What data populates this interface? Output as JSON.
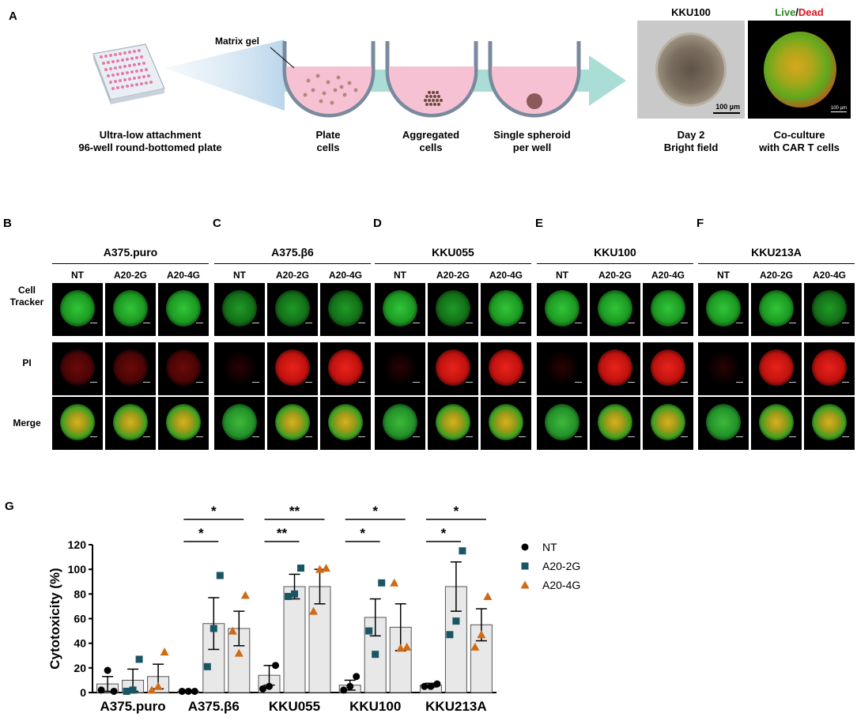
{
  "panels": {
    "A": "A",
    "B": "B",
    "C": "C",
    "D": "D",
    "E": "E",
    "F": "F",
    "G": "G"
  },
  "schematic": {
    "matrix_gel": "Matrix gel",
    "plate_caption": [
      "Ultra-low attachment",
      "96-well round-bottomed plate"
    ],
    "step1": [
      "Plate",
      "cells"
    ],
    "step2": [
      "Aggregated",
      "cells"
    ],
    "step3": [
      "Single spheroid",
      "per well"
    ],
    "brightfield_title": "KKU100",
    "brightfield_scale": "100 µm",
    "brightfield_caption": [
      "Day 2",
      "Bright field"
    ],
    "livedead_live": "Live",
    "livedead_slash": "/",
    "livedead_dead": "Dead",
    "livedead_scale": "100 µm",
    "livedead_caption": [
      "Co-culture",
      "with CAR T cells"
    ],
    "colors": {
      "plate_pink": "#e97aa8",
      "gel_pink": "#f6c2d3",
      "arrow_teal": "#a9ddd6",
      "live": "#2e8b22",
      "dead": "#d8141d"
    }
  },
  "microscopy": {
    "row_labels": [
      [
        "Cell",
        "Tracker"
      ],
      [
        "PI"
      ],
      [
        "Merge"
      ]
    ],
    "columns": [
      "NT",
      "A20-2G",
      "A20-4G"
    ],
    "groups": [
      {
        "letter": "B",
        "title": "A375.puro"
      },
      {
        "letter": "C",
        "title": "A375.β6"
      },
      {
        "letter": "D",
        "title": "KKU055"
      },
      {
        "letter": "E",
        "title": "KKU100"
      },
      {
        "letter": "F",
        "title": "KKU213A"
      }
    ]
  },
  "chart_data": {
    "type": "bar",
    "ylabel": "Cytotoxicity (%)",
    "ylim": [
      0,
      120
    ],
    "yticks": [
      0,
      20,
      40,
      60,
      80,
      100,
      120
    ],
    "categories": [
      "A375.puro",
      "A375.β6",
      "KKU055",
      "KKU100",
      "KKU213A"
    ],
    "series": [
      {
        "name": "NT",
        "marker": "circle",
        "color": "#000000",
        "means": [
          7,
          1,
          14,
          6,
          6
        ],
        "sem": [
          6,
          0.5,
          8,
          4,
          1.5
        ],
        "points": [
          [
            2,
            18,
            1
          ],
          [
            1,
            1,
            1
          ],
          [
            3,
            5,
            22
          ],
          [
            2,
            5,
            13
          ],
          [
            5,
            5,
            7
          ]
        ]
      },
      {
        "name": "A20-2G",
        "marker": "square",
        "color": "#1a5566",
        "means": [
          10,
          56,
          86,
          61,
          86
        ],
        "sem": [
          9,
          21,
          10,
          15,
          20
        ],
        "points": [
          [
            1,
            2,
            27
          ],
          [
            21,
            52,
            95
          ],
          [
            78,
            80,
            101
          ],
          [
            50,
            31,
            89
          ],
          [
            47,
            58,
            115
          ]
        ]
      },
      {
        "name": "A20-4G",
        "marker": "triangle",
        "color": "#d06a15",
        "means": [
          13,
          52,
          86,
          53,
          55
        ],
        "sem": [
          10,
          14,
          14,
          19,
          13
        ],
        "points": [
          [
            2,
            5,
            33
          ],
          [
            50,
            32,
            79
          ],
          [
            66,
            100,
            101
          ],
          [
            89,
            36,
            37
          ],
          [
            37,
            47,
            78
          ]
        ]
      }
    ],
    "significance": [
      {
        "category": "A375.β6",
        "pairs": [
          {
            "from": "NT",
            "to": "A20-2G",
            "label": "*"
          },
          {
            "from": "NT",
            "to": "A20-4G",
            "label": "*"
          }
        ]
      },
      {
        "category": "KKU055",
        "pairs": [
          {
            "from": "NT",
            "to": "A20-2G",
            "label": "**"
          },
          {
            "from": "NT",
            "to": "A20-4G",
            "label": "**"
          }
        ]
      },
      {
        "category": "KKU100",
        "pairs": [
          {
            "from": "NT",
            "to": "A20-2G",
            "label": "*"
          },
          {
            "from": "NT",
            "to": "A20-4G",
            "label": "*"
          }
        ]
      },
      {
        "category": "KKU213A",
        "pairs": [
          {
            "from": "NT",
            "to": "A20-2G",
            "label": "*"
          },
          {
            "from": "NT",
            "to": "A20-4G",
            "label": "*"
          }
        ]
      }
    ],
    "bar_color": "#e8e8e8",
    "legend_position": "right"
  }
}
